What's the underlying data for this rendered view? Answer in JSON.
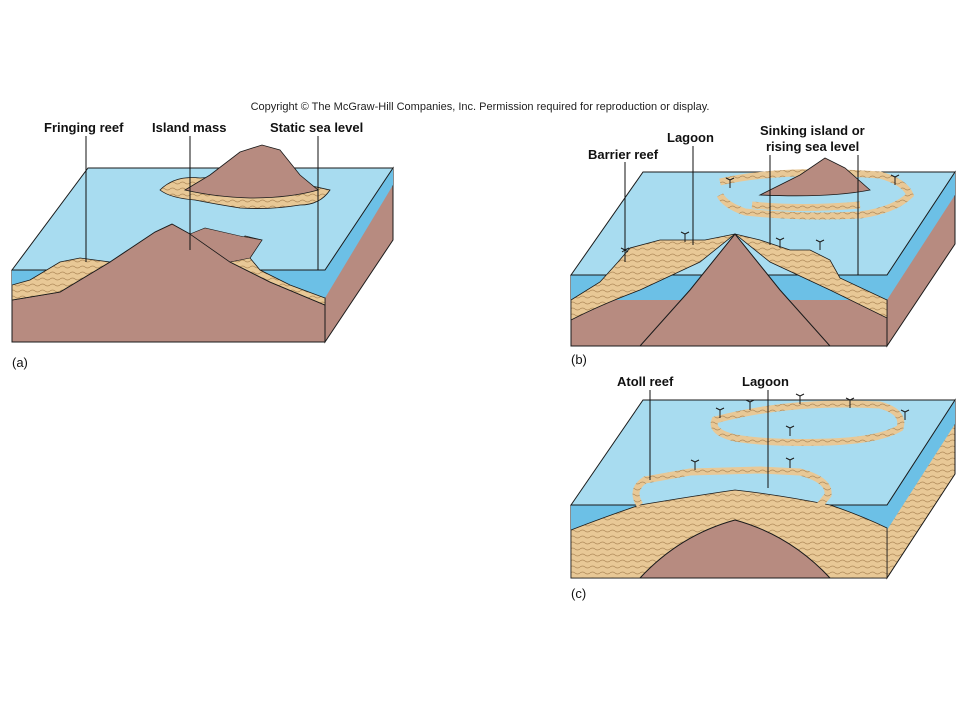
{
  "copyright": "Copyright © The McGraw-Hill Companies, Inc. Permission required for reproduction or display.",
  "colors": {
    "sea_top": "#a8dcf0",
    "sea_side": "#6cc0e6",
    "rock": "#b78b80",
    "rock_dark": "#8a6058",
    "reef": "#e8c896",
    "reef_stripe": "#b08a5a",
    "outline": "#1a1a1a"
  },
  "panel_a": {
    "letter": "(a)",
    "labels": {
      "fringing_reef": "Fringing reef",
      "island_mass": "Island mass",
      "static_sea_level": "Static sea level"
    }
  },
  "panel_b": {
    "letter": "(b)",
    "labels": {
      "barrier_reef": "Barrier reef",
      "lagoon": "Lagoon",
      "sinking_line1": "Sinking island or",
      "sinking_line2": "rising sea level"
    }
  },
  "panel_c": {
    "letter": "(c)",
    "labels": {
      "atoll_reef": "Atoll reef",
      "lagoon": "Lagoon"
    }
  }
}
